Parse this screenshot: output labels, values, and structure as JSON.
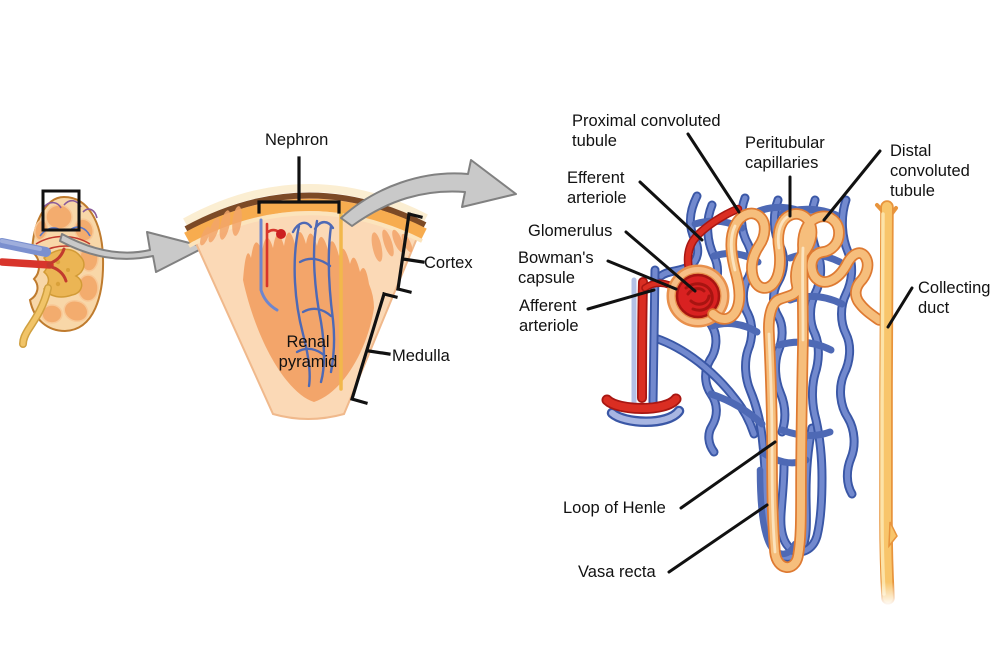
{
  "labels": {
    "nephron": "Nephron",
    "renal_pyramid": "Renal\npyramid",
    "cortex": "Cortex",
    "medulla": "Medulla",
    "proximal": "Proximal convoluted\ntubule",
    "efferent": "Efferent\narteriole",
    "glomerulus": "Glomerulus",
    "bowmans": "Bowman's\ncapsule",
    "afferent": "Afferent\narteriole",
    "peritubular": "Peritubular\ncapillaries",
    "distal": "Distal\nconvoluted\ntubule",
    "collecting": "Collecting\nduct",
    "loop_of_henle": "Loop of Henle",
    "vasa_recta": "Vasa recta"
  },
  "colors": {
    "label_color": "#111111",
    "leader": "#111111",
    "artery_dark": "#A81712",
    "artery_light": "#DA2E22",
    "vein_dark": "#3A57A6",
    "vein_mid": "#4E69B5",
    "vein_light": "#7289CE",
    "vein_pale": "#B3C0E6",
    "tubule_edge": "#DE7A32",
    "tubule_fill": "#F6BE7C",
    "tubule_hi": "#FBE3BE",
    "duct_edge": "#E8943C",
    "duct_fill": "#F8C56B",
    "duct_hi": "#FCE3A8",
    "glomerulus_fill": "#D92121",
    "glomerulus_dark": "#A81411",
    "capsule_ring": "#E8904C",
    "capsule_ring_light": "#F6BE86",
    "wedge_body": "#FBD9B6",
    "wedge_edge": "#F0B98C",
    "pyramid": "#F3A56A",
    "band_brown": "#7C4A26",
    "band_orange": "#F7AC4F",
    "band_cream": "#FBEED2",
    "kidney_body": "#F8D7A8",
    "kidney_outline": "#BF7B2E",
    "lobe": "#F3AC6E",
    "lobe_edge": "#F8C896",
    "pelvis": "#EBB554",
    "pelvis_edge": "#D29B36",
    "ureter": "#F1C468",
    "arrow_fill": "#C9C9C9",
    "arrow_edge": "#818181"
  }
}
